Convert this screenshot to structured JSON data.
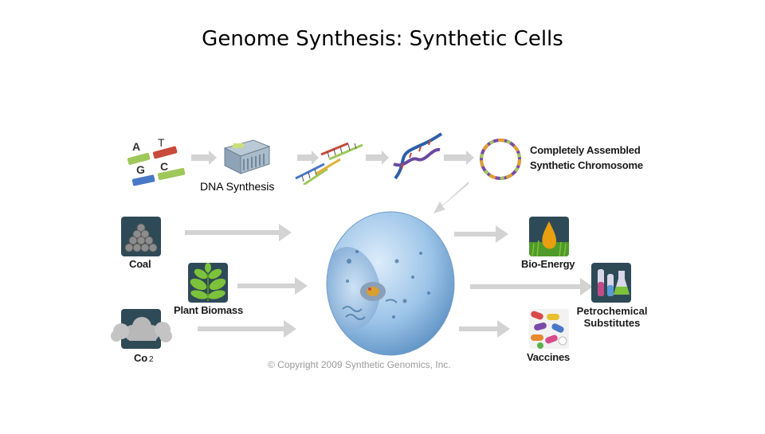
{
  "title": "Genome Synthesis: Synthetic Cells",
  "nucleotides": {
    "a": "A",
    "t": "T",
    "g": "G",
    "c": "C"
  },
  "labels": {
    "dna_synthesis": "DNA Synthesis",
    "chromosome_line1": "Completely Assembled",
    "chromosome_line2": "Synthetic Chromosome",
    "coal": "Coal",
    "plant_biomass": "Plant Biomass",
    "co2": "Co",
    "co2_sub": "2",
    "bio_energy": "Bio-Energy",
    "petrochemical_line1": "Petrochemical",
    "petrochemical_line2": "Substitutes",
    "vaccines": "Vaccines"
  },
  "copyright": "© Copyright 2009 Synthetic Genomics, Inc.",
  "colors": {
    "arrow": "#d3d3d3",
    "tile_dark": "#2f4a57",
    "cell_blue": "#8fb9e0",
    "nucleotide_green": "#9fc85a",
    "nucleotide_red": "#c84a3a",
    "nucleotide_blue": "#4a78c8"
  }
}
